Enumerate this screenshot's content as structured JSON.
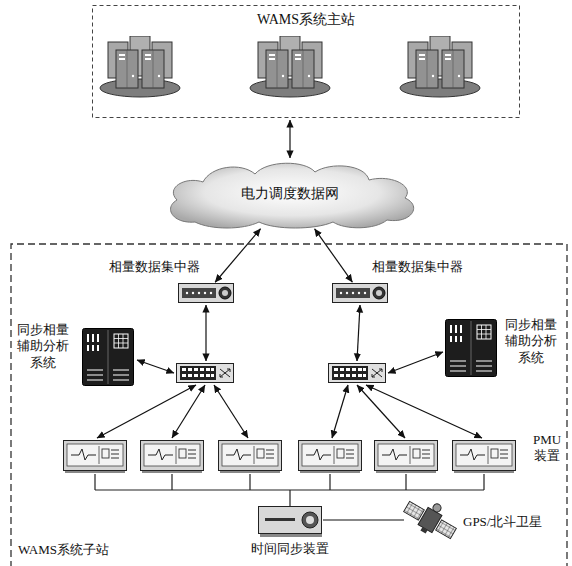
{
  "diagram": {
    "nodes": [
      {
        "text": [
          "WAMS系统主站"
        ]
      },
      {
        "text": [
          "电力调度数据网"
        ]
      },
      {
        "text": [
          "WAMS系统子站"
        ]
      },
      {
        "text": [
          "相量数据集中器"
        ],
        "in": 2
      },
      {
        "text": [
          "相量数据集中器"
        ],
        "in": 2
      },
      {
        "text": [
          "同步相量 辅助分析 系统"
        ],
        "in": 2
      },
      {
        "text": [
          "同步相量 辅助分析 系统"
        ],
        "in": 2
      },
      {
        "text": [
          "时间同步装置"
        ],
        "in": 2
      },
      {
        "text": [
          "GPS/北斗卫星"
        ],
        "in": 2
      }
    ],
    "edges": [
      {
        "from": 0,
        "to": 1,
        "arrow": "both"
      },
      {
        "from": 1,
        "to": 3,
        "arrow": "both"
      },
      {
        "from": 1,
        "to": 4,
        "arrow": "both"
      },
      {
        "from": 7,
        "to": 8,
        "arrow": "none"
      }
    ],
    "labels": [
      "PMU 装置"
    ]
  }
}
